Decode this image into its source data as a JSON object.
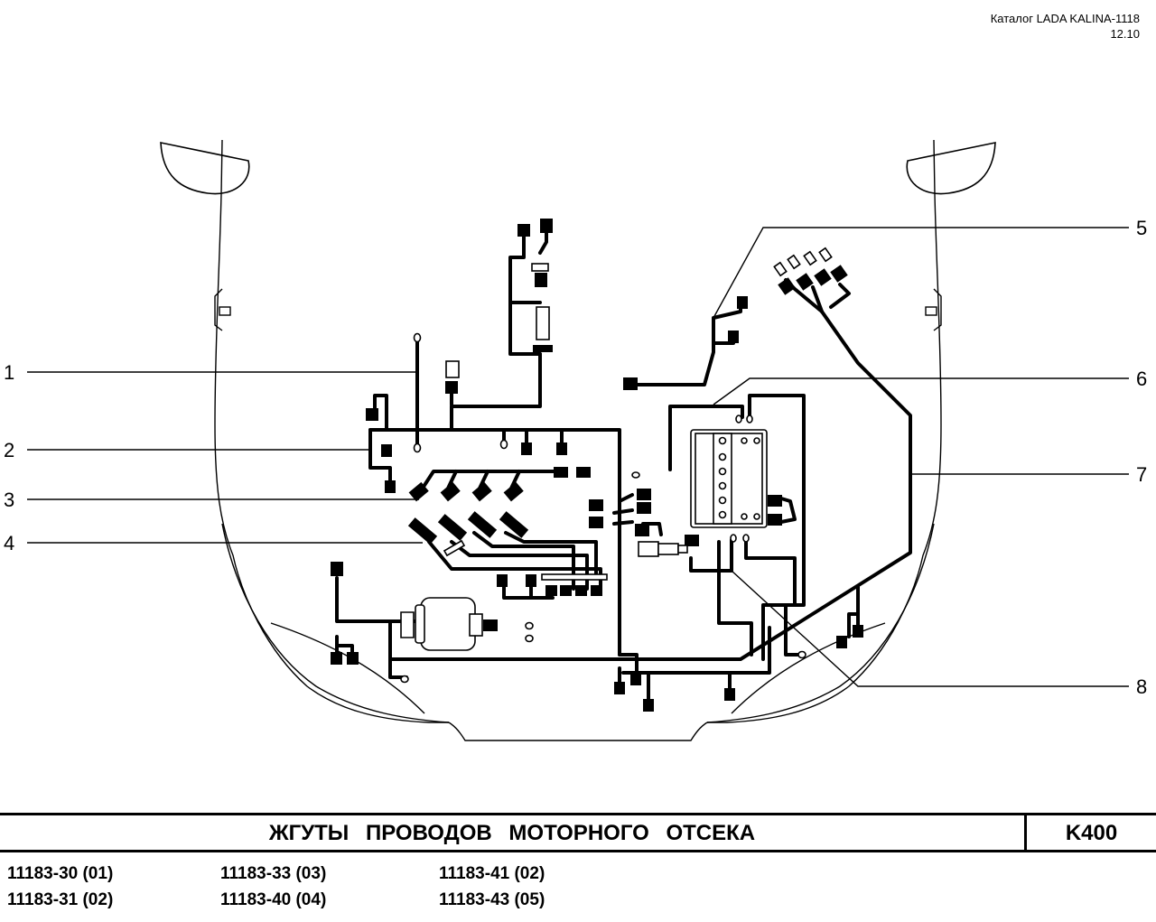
{
  "header": {
    "catalog": "Каталог LADA KALINA-1118",
    "edition": "12.10"
  },
  "callouts": [
    "1",
    "2",
    "3",
    "4",
    "5",
    "6",
    "7",
    "8"
  ],
  "title": "ЖГУТЫ ПРОВОДОВ МОТОРНОГО ОТСЕКА",
  "code": "K400",
  "parts": [
    "11183-30 (01)",
    "11183-33 (03)",
    "11183-41 (02)",
    "11183-31 (02)",
    "11183-40 (04)",
    "11183-43 (05)"
  ]
}
